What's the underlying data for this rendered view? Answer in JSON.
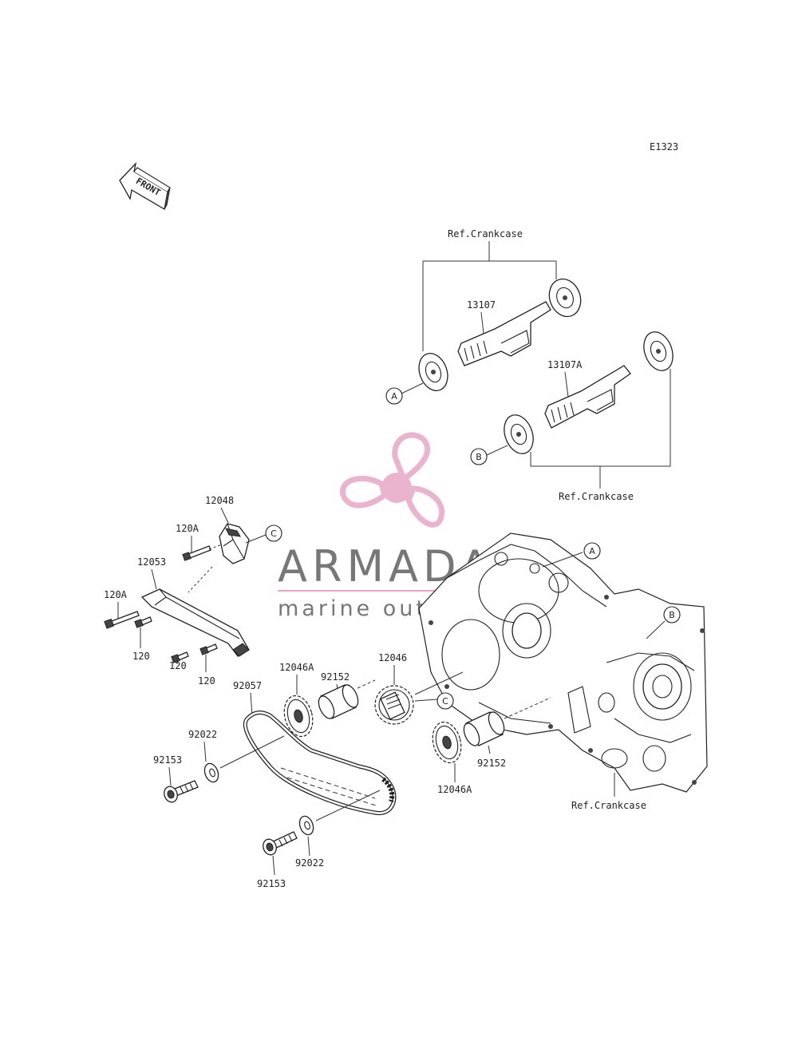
{
  "diagram_id": "E1323",
  "front_label": "FRONT",
  "watermark": {
    "name": "ARMADA",
    "tagline": "marine outboards",
    "color_pink": "#e7a6c6",
    "color_gray": "#7a7a7a"
  },
  "callouts": {
    "A": "A",
    "B": "B",
    "C": "C"
  },
  "labels": {
    "ref_crankcase_top": "Ref.Crankcase",
    "ref_crankcase_mid": "Ref.Crankcase",
    "ref_crankcase_bottom": "Ref.Crankcase",
    "p13107": "13107",
    "p13107A": "13107A",
    "p12048": "12048",
    "p120A_top": "120A",
    "p12053": "12053",
    "p120A_left": "120A",
    "p120_1": "120",
    "p120_2": "120",
    "p120_3": "120",
    "p92152_top": "92152",
    "p12046": "12046",
    "p12046A_top": "12046A",
    "p92057": "92057",
    "p92022_top": "92022",
    "p92153_top": "92153",
    "p92152_bottom": "92152",
    "p12046A_bottom": "12046A",
    "p92022_bottom": "92022",
    "p92153_bottom": "92153"
  }
}
